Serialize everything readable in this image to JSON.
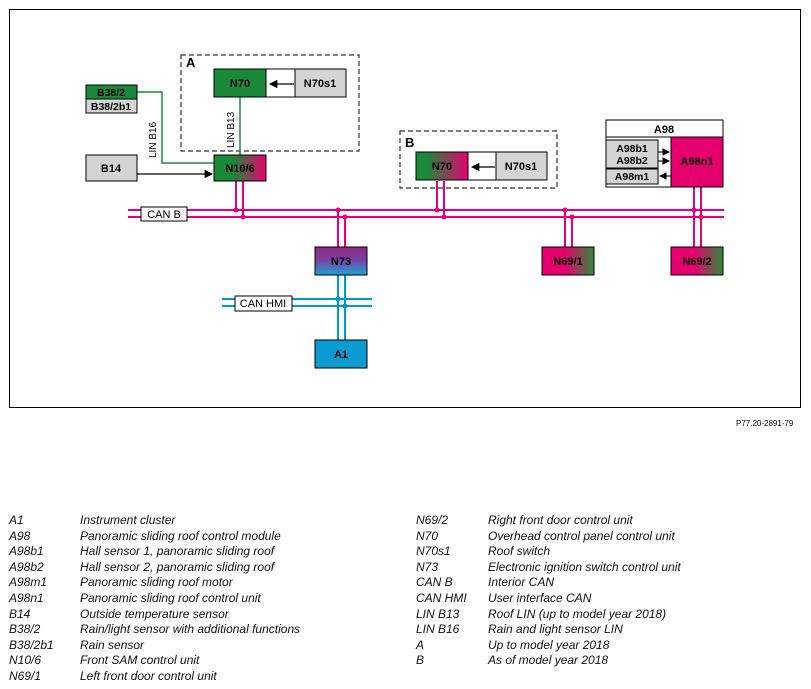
{
  "diagram": {
    "figure_ref": "P77.20-2891-79",
    "frames": {
      "a": "A",
      "b": "B",
      "a98": "A98"
    },
    "buses": {
      "can_b": "CAN B",
      "can_hmi": "CAN HMI"
    },
    "lines": {
      "lin_b16": "LIN B16",
      "lin_b13": "LIN B13"
    },
    "components": {
      "b38_2": "B38/2",
      "b38_2b1": "B38/2b1",
      "b14": "B14",
      "n10_6": "N10/6",
      "n70_a": "N70",
      "n70s1_a": "N70s1",
      "n70_b": "N70",
      "n70s1_b": "N70s1",
      "a98b1": "A98b1",
      "a98b2": "A98b2",
      "a98m1": "A98m1",
      "a98n1": "A98n1",
      "n73": "N73",
      "n69_1": "N69/1",
      "n69_2": "N69/2",
      "a1": "A1"
    },
    "colors": {
      "can_b": "#e5007e",
      "can_hmi": "#0099cc",
      "lin": "#1f8a3c",
      "green_fill": "#1a8a3a",
      "magenta_fill": "#e6006e",
      "blue_fill": "#0c9bd1",
      "grey_fill": "#d4d4d4"
    }
  },
  "legend": {
    "left": [
      {
        "code": "A1",
        "desc": "Instrument cluster"
      },
      {
        "code": "A98",
        "desc": "Panoramic sliding roof control module"
      },
      {
        "code": "A98b1",
        "desc": "Hall sensor 1, panoramic sliding roof"
      },
      {
        "code": "A98b2",
        "desc": "Hall sensor 2, panoramic sliding roof"
      },
      {
        "code": "A98m1",
        "desc": "Panoramic sliding roof motor"
      },
      {
        "code": "A98n1",
        "desc": "Panoramic sliding roof control unit"
      },
      {
        "code": "B14",
        "desc": "Outside temperature sensor"
      },
      {
        "code": "B38/2",
        "desc": "Rain/light sensor with additional functions"
      },
      {
        "code": "B38/2b1",
        "desc": "Rain sensor"
      },
      {
        "code": "N10/6",
        "desc": "Front SAM control unit"
      },
      {
        "code": "N69/1",
        "desc": "Left front door control unit"
      }
    ],
    "right": [
      {
        "code": "N69/2",
        "desc": "Right front door control unit"
      },
      {
        "code": "N70",
        "desc": "Overhead control panel control unit"
      },
      {
        "code": "N70s1",
        "desc": "Roof switch"
      },
      {
        "code": "N73",
        "desc": "Electronic ignition switch control unit"
      },
      {
        "code": "CAN B",
        "desc": "Interior CAN"
      },
      {
        "code": "CAN HMI",
        "desc": "User interface CAN"
      },
      {
        "code": "LIN B13",
        "desc": "Roof LIN (up to model year 2018)"
      },
      {
        "code": "LIN B16",
        "desc": "Rain and light sensor LIN"
      },
      {
        "code": "A",
        "desc": "Up to model year 2018"
      },
      {
        "code": "B",
        "desc": "As of model year 2018"
      }
    ]
  }
}
